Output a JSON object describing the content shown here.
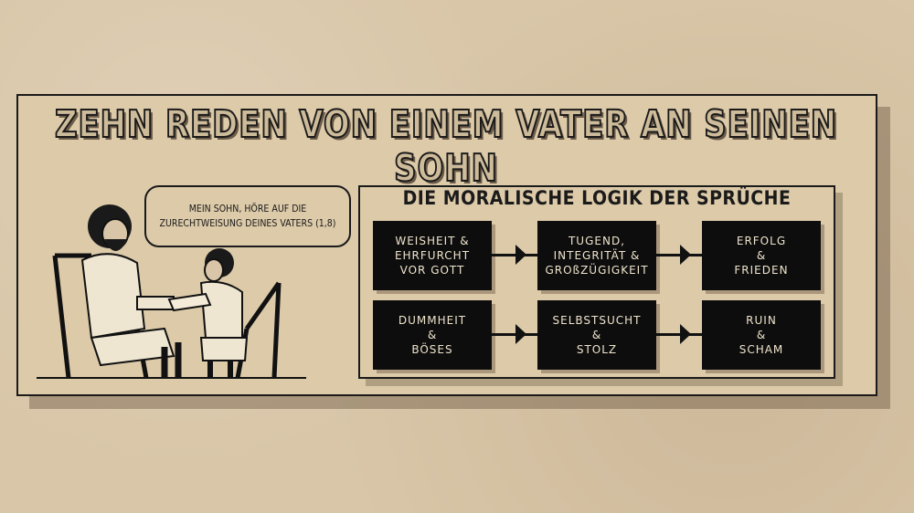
{
  "title": "ZEHN REDEN VON EINEM VATER AN SEINEN SOHN",
  "speech_bubble": "MEIN SOHN, HÖRE AUF DIE\nZURECHTWEISUNG DEINES VATERS (1,8)",
  "diagram": {
    "title": "DIE MORALISCHE LOGIK DER SPRÜCHE",
    "rows": [
      [
        "WEISHEIT &\nEHRFURCHT\nVOR GOTT",
        "TUGEND,\nINTEGRITÄT &\nGROßZÜGIGKEIT",
        "ERFOLG\n&\nFRIEDEN"
      ],
      [
        "DUMMHEIT\n&\nBÖSES",
        "SELBSTSUCHT\n&\nSTOLZ",
        "RUIN\n&\nSCHAM"
      ]
    ]
  }
}
